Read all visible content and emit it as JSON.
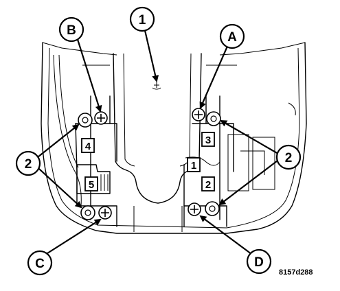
{
  "callouts": {
    "label_1": "1",
    "label_2_left": "2",
    "label_2_right": "2",
    "label_a": "A",
    "label_b": "B",
    "label_c": "C",
    "label_d": "D"
  },
  "sequence": {
    "step_1": "1",
    "step_2": "2",
    "step_3": "3",
    "step_4": "4",
    "step_5": "5"
  },
  "figure_id": "8157d288"
}
